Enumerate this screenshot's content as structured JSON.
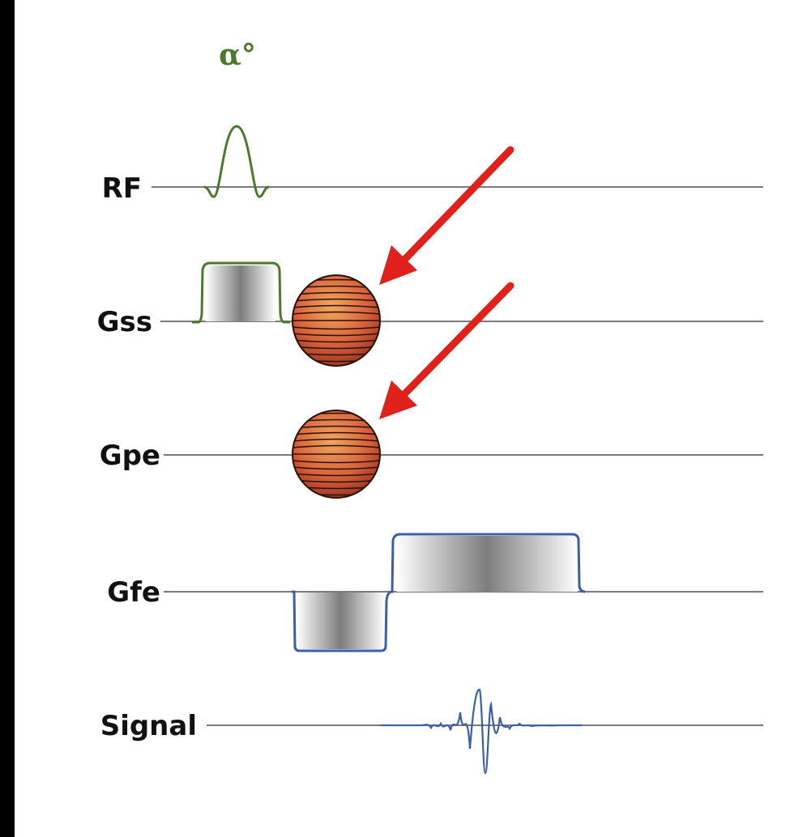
{
  "diagram": {
    "flip_angle_label": "α°",
    "rows": [
      {
        "id": "rf",
        "label": "RF"
      },
      {
        "id": "gss",
        "label": "Gss"
      },
      {
        "id": "gpe",
        "label": "Gpe"
      },
      {
        "id": "gfe",
        "label": "Gfe"
      },
      {
        "id": "signal",
        "label": "Signal"
      }
    ],
    "colors": {
      "background_frame": "#000000",
      "panel": "#ffffff",
      "rf_pulse": "#4a7a2a",
      "slice_select": "#4a7a2a",
      "readout": "#3a5fa8",
      "signal": "#3a5fa8",
      "baseline": "#7a7a7a",
      "arrow": "#e0201b",
      "phase_lobe": "#c4532e"
    },
    "icons": [
      "arrow-icon",
      "phase-encode-lobe-icon"
    ]
  }
}
